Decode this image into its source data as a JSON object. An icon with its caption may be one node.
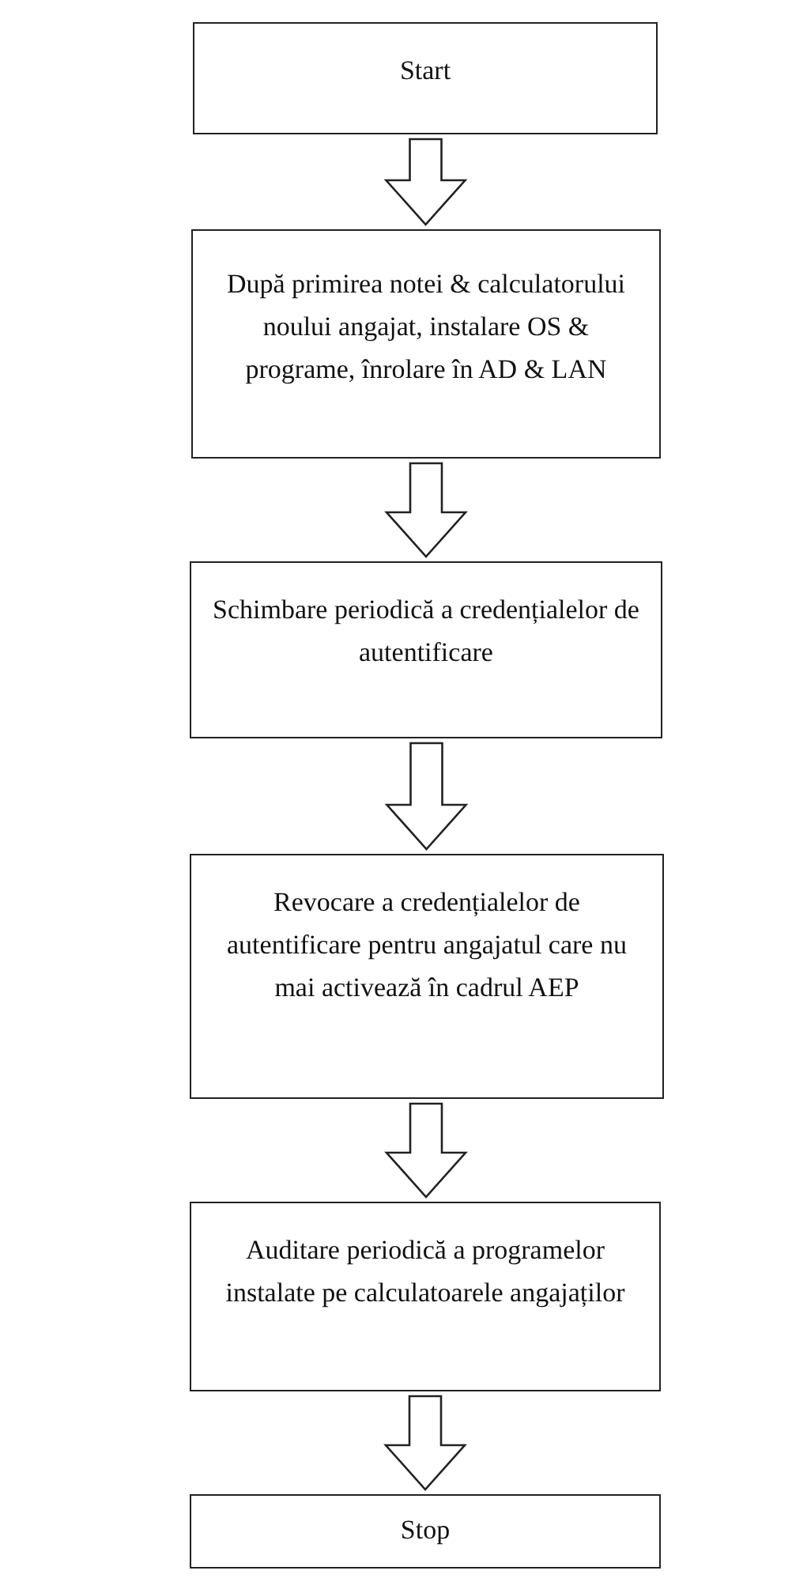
{
  "diagram": {
    "nodes": [
      {
        "text": [
          "Start"
        ]
      },
      {
        "text": [
          "După primirea notei & calculatorului noului angajat, instalare OS & programe, înrolare în AD & LAN"
        ]
      },
      {
        "text": [
          "Schimbare periodică a credențialelor de autentificare"
        ]
      },
      {
        "text": [
          "Revocare a credențialelor de autentificare pentru angajatul care nu mai activează în cadrul AEP"
        ]
      },
      {
        "text": [
          "Auditare periodică a programelor instalate pe calculatoarele angajaților"
        ]
      },
      {
        "text": [
          "Stop"
        ]
      }
    ],
    "edges": [
      {
        "from": 0,
        "to": 1,
        "arrow": "to"
      },
      {
        "from": 1,
        "to": 2,
        "arrow": "to"
      },
      {
        "from": 2,
        "to": 3,
        "arrow": "to"
      },
      {
        "from": 3,
        "to": 4,
        "arrow": "to"
      },
      {
        "from": 4,
        "to": 5,
        "arrow": "to"
      }
    ]
  }
}
